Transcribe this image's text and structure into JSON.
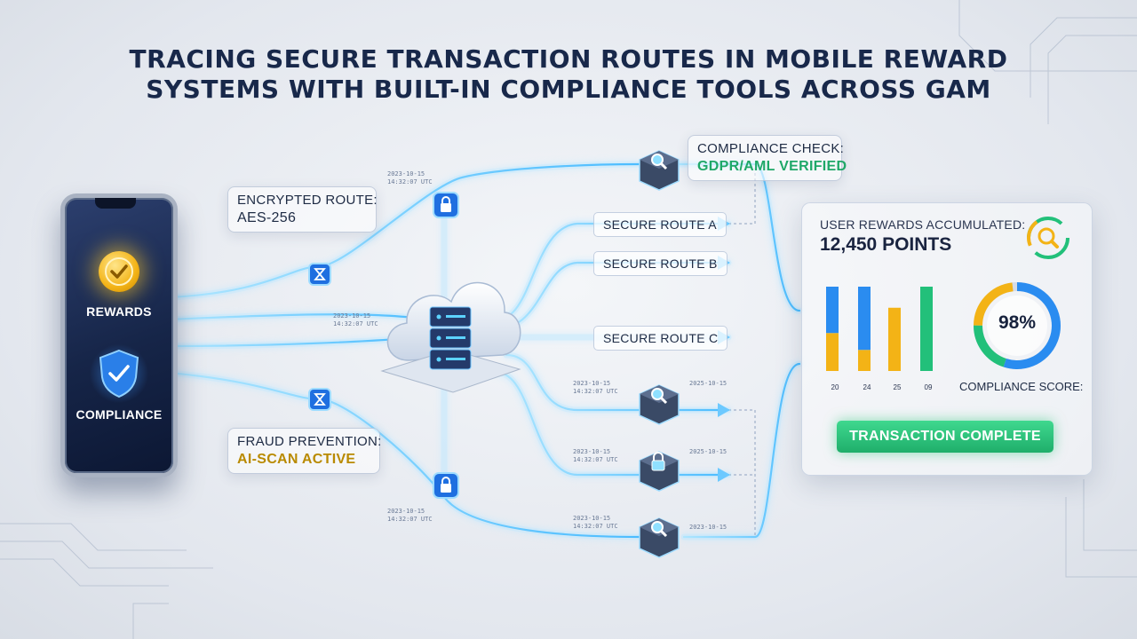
{
  "title": {
    "line1": "TRACING SECURE TRANSACTION ROUTES IN MOBILE REWARD",
    "line2": "SYSTEMS WITH BUILT-IN COMPLIANCE TOOLS ACROSS GAM"
  },
  "phone": {
    "rewards_label": "REWARDS",
    "compliance_label": "COMPLIANCE",
    "icons": [
      "checkmark-coin-icon",
      "shield-check-icon"
    ]
  },
  "encrypted_route": {
    "label": "ENCRYPTED ROUTE:",
    "value": "AES-256"
  },
  "fraud_prevention": {
    "label": "FRAUD PREVENTION:",
    "value": "AI-SCAN ACTIVE"
  },
  "compliance_check": {
    "label": "COMPLIANCE CHECK:",
    "value": "GDPR/AML VERIFIED"
  },
  "routes": [
    "SECURE ROUTE A",
    "SECURE ROUTE B",
    "SECURE ROUTE C"
  ],
  "timestamps": {
    "date": "2023-10-15",
    "date_alt": "2025-10-15",
    "time": "14:32:07 UTC"
  },
  "dashboard": {
    "rewards_label": "USER REWARDS ACCUMULATED:",
    "rewards_value": "12,450 POINTS",
    "bar_labels": [
      "20",
      "24",
      "25",
      "09"
    ],
    "bar_values": [
      {
        "blue": 0.55,
        "yellow": 0.45
      },
      {
        "blue": 0.75,
        "yellow": 0.25
      },
      {
        "blue": 0.0,
        "yellow": 0.75
      },
      {
        "blue": 0.0,
        "green": 1.0
      }
    ],
    "gauge_value": "98%",
    "gauge_fraction": 0.98,
    "gauge_label": "COMPLIANCE SCORE:",
    "status_button": "TRANSACTION COMPLETE"
  },
  "colors": {
    "title": "#18284a",
    "glow": "#5cc8ff",
    "accent_yellow": "#f3b316",
    "accent_green": "#22c07a",
    "accent_blue": "#2a8cf0"
  }
}
